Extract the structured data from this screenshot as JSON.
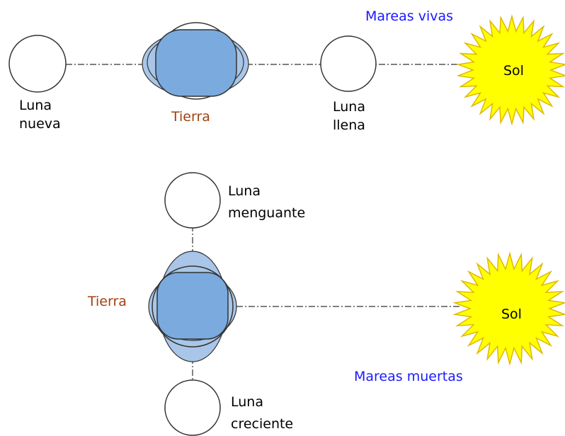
{
  "top": {
    "title": "Mareas vivas",
    "moon_new": [
      "Luna",
      "nueva"
    ],
    "earth": "Tierra",
    "moon_full": [
      "Luna",
      "llena"
    ],
    "sun": "Sol"
  },
  "bottom": {
    "title": "Mareas muertas",
    "moon_waning": [
      "Luna",
      "menguante"
    ],
    "earth": "Tierra",
    "moon_waxing": [
      "Luna",
      "creciente"
    ],
    "sun": "Sol"
  },
  "colors": {
    "water": "#a9c6e8",
    "earth": "#7aaade",
    "sun": "#ffff00",
    "sun_outline": "#e0b800",
    "title": "#1a1aff",
    "earth_label": "#a04010"
  }
}
